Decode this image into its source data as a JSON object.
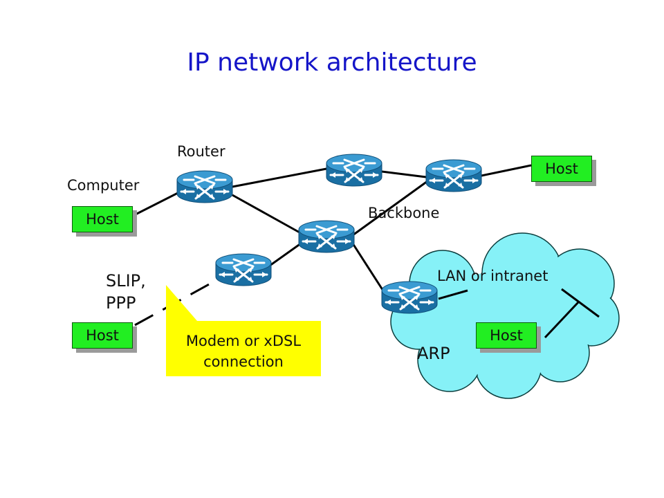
{
  "title": "IP network architecture",
  "labels": {
    "router": "Router",
    "computer": "Computer",
    "backbone": "Backbone",
    "slip": "SLIP,",
    "ppp": "PPP",
    "lan": "LAN or intranet",
    "arp": "ARP",
    "callout_line1": "Modem or xDSL",
    "callout_line2": "connection"
  },
  "hosts": [
    "Host",
    "Host",
    "Host",
    "Host"
  ],
  "colors": {
    "title": "#1515c8",
    "host_fill": "#22ee22",
    "router_fill": "#1d7fb5",
    "cloud_fill": "#86f1f7",
    "callout_fill": "#ffff00"
  }
}
